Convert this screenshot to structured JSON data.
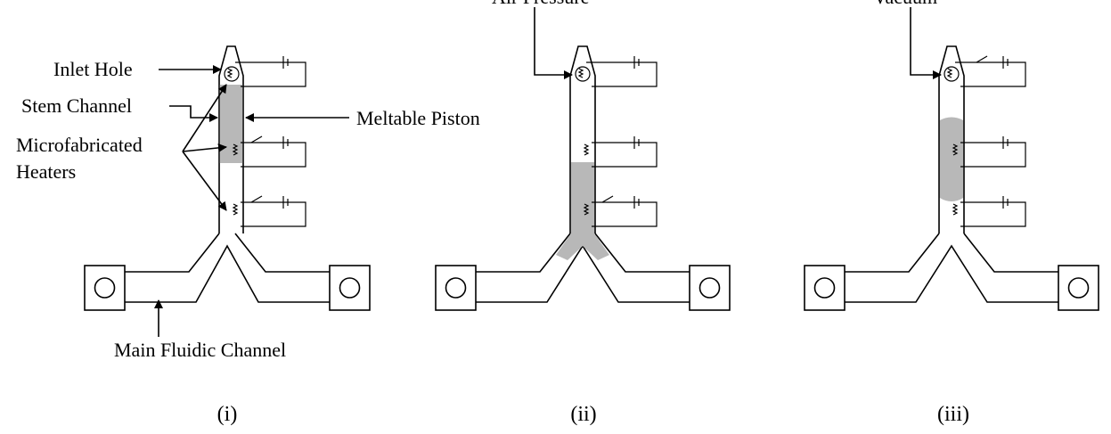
{
  "panels": [
    {
      "caption": "(i)",
      "top_label": "",
      "labels": {
        "inlet_hole": "Inlet Hole",
        "stem_channel": "Stem Channel",
        "meltable_piston": "Meltable Piston",
        "heaters_line1": "Microfabricated",
        "heaters_line2": "Heaters",
        "main_channel": "Main Fluidic Channel"
      }
    },
    {
      "caption": "(ii)",
      "top_label": "Air Pressure"
    },
    {
      "caption": "(iii)",
      "top_label": "Vacuum"
    }
  ],
  "colors": {
    "piston_fill": "#b8b8b8",
    "line": "#000000",
    "background": "#ffffff"
  }
}
